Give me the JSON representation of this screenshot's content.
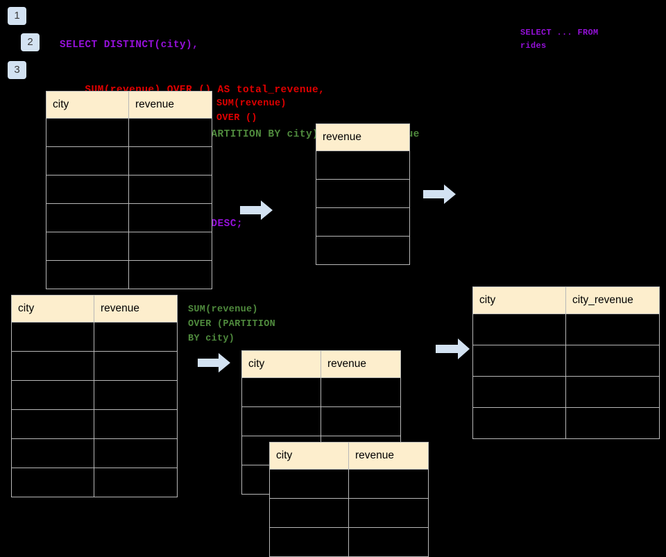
{
  "background_color": "#000000",
  "palette": {
    "badge_fill": "#d3e2f2",
    "badge_text": "#3a3a3a",
    "table_header_fill": "#fdeecd",
    "table_border": "#b8b8b8",
    "arrow_fill": "#d3e2f2",
    "sql_purple": "#9410d8",
    "sql_red": "#e00000",
    "sql_green": "#4f8a3d"
  },
  "badges": [
    {
      "label": "1"
    },
    {
      "label": "2"
    },
    {
      "label": "3"
    }
  ],
  "sql": {
    "lines": [
      {
        "text": "SELECT DISTINCT(city),",
        "color": "purple"
      },
      {
        "text": "    SUM(revenue) OVER () AS total_revenue,",
        "color": "red"
      },
      {
        "text": "    SUM(revenue) OVER (PARTITION BY city) as city_revenue",
        "color": "green"
      },
      {
        "text": "  FROM rides",
        "color": "purple"
      },
      {
        "text": "  ORDER by city_revenue DESC;",
        "color": "purple"
      }
    ],
    "side_note": "SELECT ... FROM\nrides"
  },
  "annotations": {
    "over_empty": "SUM(revenue)\nOVER ()",
    "over_partition": "SUM(revenue)\nOVER (PARTITION\nBY city)"
  },
  "tables": [
    {
      "id": "rides-source-top",
      "headers": [
        "city",
        "revenue"
      ],
      "rows": 6,
      "cells": [
        [
          "",
          ""
        ],
        [
          "",
          ""
        ],
        [
          "",
          ""
        ],
        [
          "",
          ""
        ],
        [
          "",
          ""
        ],
        [
          "",
          ""
        ]
      ]
    },
    {
      "id": "total-revenue",
      "headers": [
        "revenue"
      ],
      "rows": 4,
      "cells": [
        [
          ""
        ],
        [
          ""
        ],
        [
          ""
        ],
        [
          ""
        ]
      ]
    },
    {
      "id": "rides-source-bottom",
      "headers": [
        "city",
        "revenue"
      ],
      "rows": 6,
      "cells": [
        [
          "",
          ""
        ],
        [
          "",
          ""
        ],
        [
          "",
          ""
        ],
        [
          "",
          ""
        ],
        [
          "",
          ""
        ],
        [
          "",
          ""
        ]
      ]
    },
    {
      "id": "partition-back",
      "headers": [
        "city",
        "revenue"
      ],
      "rows": 4,
      "cells": [
        [
          "",
          ""
        ],
        [
          "",
          ""
        ],
        [
          "",
          ""
        ],
        [
          "",
          ""
        ]
      ]
    },
    {
      "id": "partition-front",
      "headers": [
        "city",
        "revenue"
      ],
      "rows": 3,
      "cells": [
        [
          "",
          ""
        ],
        [
          "",
          ""
        ],
        [
          "",
          ""
        ]
      ]
    },
    {
      "id": "city-revenue-result",
      "headers": [
        "city",
        "city_revenue"
      ],
      "rows": 4,
      "cells": [
        [
          "",
          ""
        ],
        [
          "",
          ""
        ],
        [
          "",
          ""
        ],
        [
          "",
          ""
        ]
      ]
    }
  ],
  "arrows": [
    {
      "id": "arrow-top-1"
    },
    {
      "id": "arrow-top-2"
    },
    {
      "id": "arrow-bottom-1"
    },
    {
      "id": "arrow-bottom-2"
    }
  ]
}
